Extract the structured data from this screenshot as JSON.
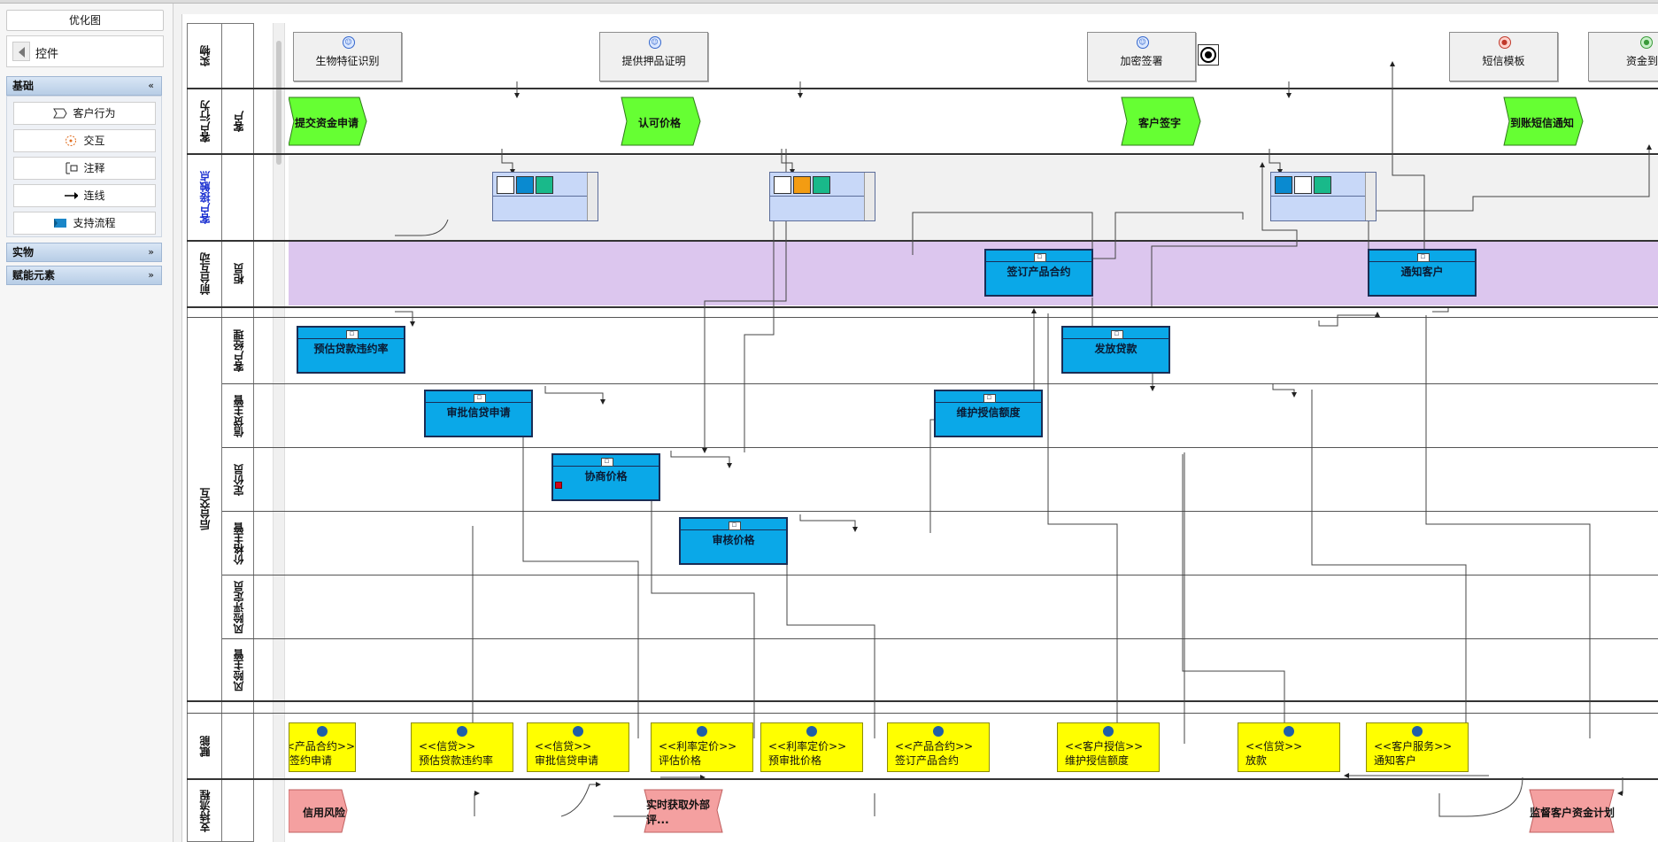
{
  "panel": {
    "optimize_label": "优化图",
    "controls_label": "控件",
    "sections": [
      {
        "label": "基础",
        "chevron": "«"
      },
      {
        "label": "实物",
        "chevron": "»"
      },
      {
        "label": "赋能元素",
        "chevron": "»"
      }
    ],
    "tools": [
      {
        "label": "客户行为",
        "icon": "customer-behavior-icon"
      },
      {
        "label": "交互",
        "icon": "interaction-icon"
      },
      {
        "label": "注释",
        "icon": "annotation-icon"
      },
      {
        "label": "连线",
        "icon": "connector-icon"
      },
      {
        "label": "支持流程",
        "icon": "support-process-icon"
      }
    ]
  },
  "lanes": {
    "groups": [
      "实物",
      "客户行为",
      "客户接触点",
      "前台互动",
      "后台交互",
      "赋能",
      "支持流程"
    ],
    "roles": [
      "客户",
      "柜员",
      "客户经理",
      "信贷主管",
      "定价员",
      "价格主管",
      "风险评定员",
      "风险主管"
    ]
  },
  "physical": [
    "生物特征识别",
    "提供押品证明",
    "加密签署",
    "短信模板",
    "资金到"
  ],
  "customer_actions": [
    "提交资金申请",
    "认可价格",
    "客户签字",
    "到账短信通知"
  ],
  "frontstage": [
    "签订产品合约",
    "通知客户"
  ],
  "backstage": [
    "预估贷款违约率",
    "审批信贷申请",
    "协商价格",
    "审核价格",
    "维护授信额度",
    "发放贷款"
  ],
  "enablers": [
    {
      "stereotype": "<<产品合约>>",
      "name": "签约申请"
    },
    {
      "stereotype": "<<信贷>>",
      "name": "预估贷款违约率"
    },
    {
      "stereotype": "<<信贷>>",
      "name": "审批信贷申请"
    },
    {
      "stereotype": "<<利率定价>>",
      "name": "评估价格"
    },
    {
      "stereotype": "<<利率定价>>",
      "name": "预审批价格"
    },
    {
      "stereotype": "<<产品合约>>",
      "name": "签订产品合约"
    },
    {
      "stereotype": "<<客户授信>>",
      "name": "维护授信额度"
    },
    {
      "stereotype": "<<信贷>>",
      "name": "放款"
    },
    {
      "stereotype": "<<客户服务>>",
      "name": "通知客户"
    }
  ],
  "support": [
    "信用风险",
    "实时获取外部评...",
    "监督客户资金计划"
  ],
  "colors": {
    "customer_action": "#66ff33",
    "frontstage_lane": "#dcc6ee",
    "backstage_node": "#0aa8e8",
    "enabler": "#ffff00",
    "support": "#f4a0a0"
  }
}
